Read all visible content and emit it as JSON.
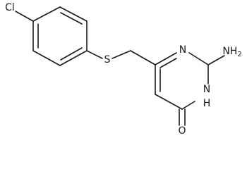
{
  "molecule": {
    "atom_labels": {
      "chlorine": "Cl",
      "sulfur": "S",
      "ring_nitrogen_top": "N",
      "amino": "NH",
      "amino_subscript": "2",
      "ring_nh": "N",
      "ring_nh_h": "H",
      "oxygen": "O"
    }
  }
}
